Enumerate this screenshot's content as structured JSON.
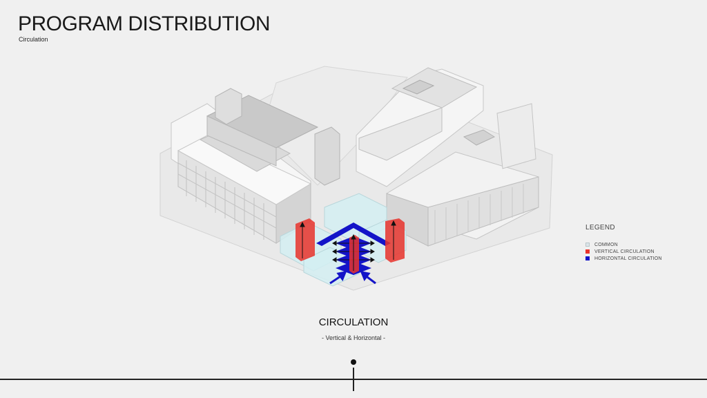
{
  "header": {
    "title": "PROGRAM DISTRIBUTION",
    "subtitle": "Circulation"
  },
  "legend": {
    "title": "LEGEND",
    "items": [
      {
        "label": "COMMON",
        "color": "#dde6ea"
      },
      {
        "label": "VERTICAL CIRCULATION",
        "color": "#e8332c"
      },
      {
        "label": "HORIZONTAL CIRCULATION",
        "color": "#1414c8"
      }
    ]
  },
  "caption": {
    "title": "CIRCULATION",
    "subtitle": "- Vertical & Horizontal -"
  },
  "colors": {
    "background": "#f0f0f0",
    "building": "#e6e6e6",
    "common": "#d4eef2",
    "vertical": "#e8332c",
    "horizontal": "#1414c8"
  }
}
